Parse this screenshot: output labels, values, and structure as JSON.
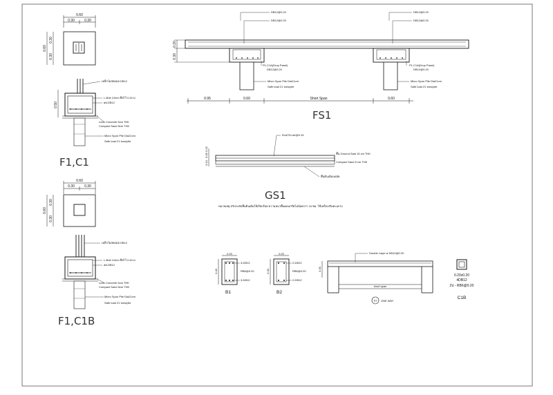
{
  "labels": {
    "f1c1": "F1,C1",
    "f1c1b": "F1,C1B",
    "fs1": "FS1",
    "gs1": "GS1",
    "b1": "B1",
    "b2": "B2",
    "c1b": "C1B",
    "one_way": "ONE WAY",
    "one_way_tag": "S1"
  },
  "f1_plan": {
    "w_total": "0.60",
    "w_half_l": "0.30",
    "w_half_r": "0.30",
    "h_total": "0.60",
    "h_half_t": "0.30",
    "h_half_b": "0.30"
  },
  "f1_section": {
    "top_note": "เหล็กโผล่ตอม่อ DB12",
    "height": "0.50",
    "bar_note": "L-Bolt 12mm ยึดไว้ 0.40 ม.",
    "stirrup_note": "ø6-DB12",
    "lean_note": "Lean Concrete 5cm THK",
    "sand_note": "Compact Sand 5cm THK",
    "pile_note": "Micro Spun Pile Dia21cm",
    "load_note": "Safe load 21 tons/pile"
  },
  "f1b_plan": {
    "w_total": "0.60",
    "w_half_l": "0.30",
    "w_half_r": "0.30",
    "h_total": "0.60",
    "h_half_t": "0.30",
    "h_half_b": "0.30"
  },
  "f1b_section": {
    "top_note": "เหล็กโผล่ตอม่อ DB12",
    "bar_note": "L-Bolt 12mm ยึดไว้ 0.40 ม.",
    "stirrup_note": "ø6-DB12",
    "lean_note": "Lean Concrete 5cm THK",
    "sand_note": "Compact Sand 5cm THK",
    "pile_note": "Micro Spun Pile Dia21cm",
    "load_note": "Safe load 21 tons/pile"
  },
  "fs1": {
    "top_bar_1": "DB12@0.20",
    "top_bar_2": "DB12@0.20",
    "top_bar_3": "DB12@0.20",
    "top_bar_4": "DB12@0.20",
    "slab_thk": "0.20",
    "drop_depth": "0.30",
    "drop_panel_1": "P1,C1A(Drop Panel)",
    "drop_bar_1": "DB12@0.20",
    "drop_panel_2": "P1,C1A(Drop Panel)",
    "drop_bar_2": "DB12@0.20",
    "pile_1": "Micro Spun Pile Dia21cm",
    "load_1": "Safe load 21 tons/pile",
    "pile_2": "Micro Spun Pile Dia21cm",
    "load_2": "Safe load 21 tons/pile",
    "dim_left": "0.95",
    "dim_drop_1": "0.60",
    "dim_span": "Short Span",
    "dim_drop_2": "0.60"
  },
  "gs1": {
    "mesh_note": "ตะแกรง ø4@0.15",
    "slab_note": "พื้น Ground Slab 15 cm THK",
    "sand_note": "Compact Sand 5 cm THK",
    "soil_note": "พื้นดินเดิมบดอัด",
    "dim_1": "0.10",
    "dim_2": "0.05",
    "dim_3": "0.15",
    "footnote": "หมายเหตุ ปรับระดับพื้นดินเดิมให้เรียบร้อย ความหนาพื้นคอนกรีตไม่น้อยกว่า 15 ซม. ใช้เหล็กเสริมตะแกรง"
  },
  "b1": {
    "width": "0.20",
    "depth": "0.40",
    "top_bar": "3-DB12",
    "stirrup": "RB6@0.20",
    "bot_bar": "3-DB12"
  },
  "b2": {
    "width": "0.20",
    "depth": "0.40",
    "top_bar": "2-DB12",
    "stirrup": "RB6@0.20",
    "bot_bar": "2-DB12"
  },
  "s1": {
    "top_note": "Double Layer ø DB12@0.20",
    "thickness": "0.30",
    "span": "short span"
  },
  "c1b": {
    "size": "0.20x0.20",
    "main": "4DB12",
    "tie": "2ป - RB6@0.20"
  }
}
